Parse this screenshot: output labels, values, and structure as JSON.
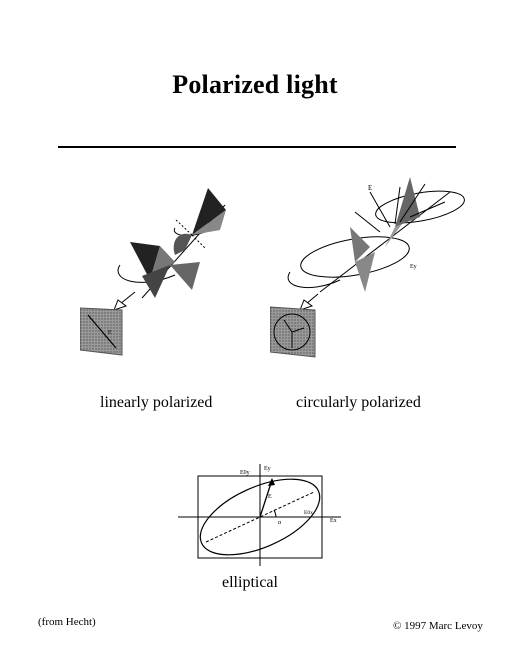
{
  "title": "Polarized light",
  "captions": {
    "linear": "linearly polarized",
    "circular": "circularly polarized",
    "elliptical": "elliptical"
  },
  "footer": {
    "source": "(from Hecht)",
    "copyright": "© 1997 Marc Levoy"
  },
  "figure_labels": {
    "linear_panel_e": "E",
    "circular_e": "E",
    "circular_ey": "Ey",
    "ellipse_ey": "Ey",
    "ellipse_e0y": "E0y",
    "ellipse_e": "E",
    "ellipse_e0x": "E0x",
    "ellipse_ex": "Ex",
    "ellipse_alpha": "α"
  }
}
